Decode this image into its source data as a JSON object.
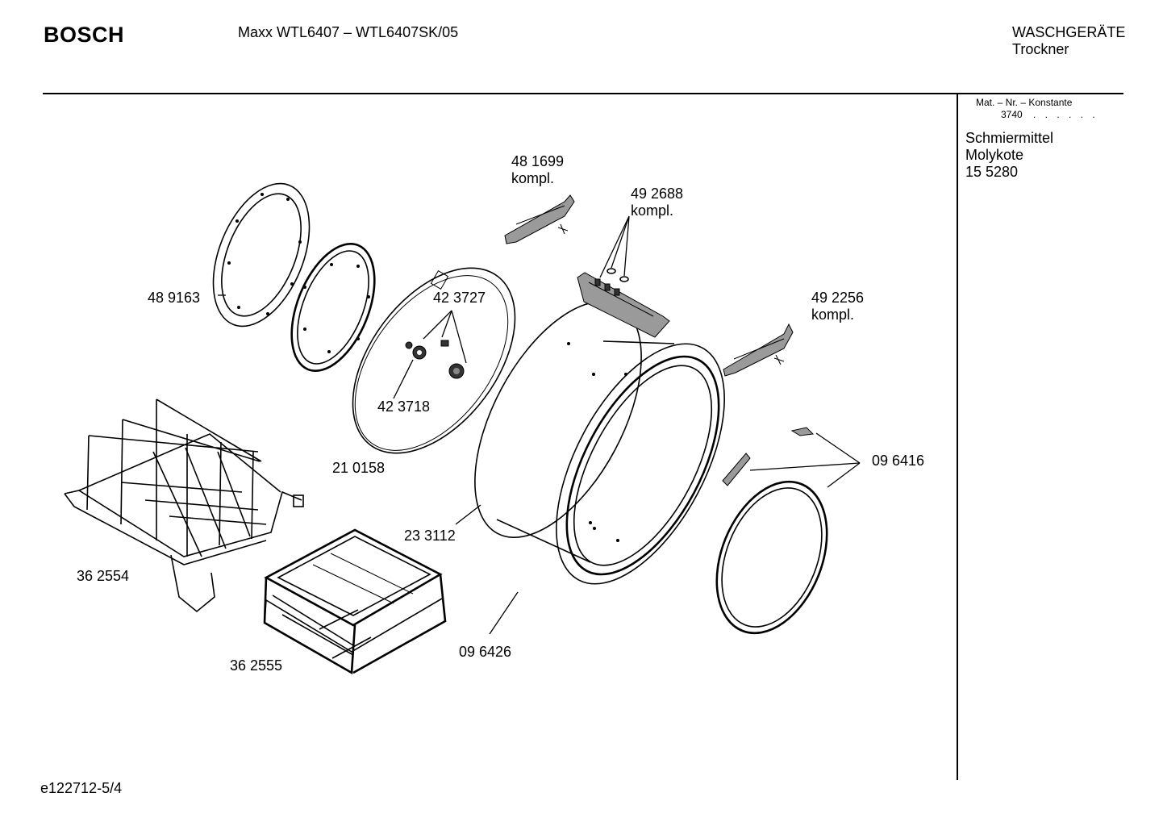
{
  "header": {
    "brand": "BOSCH",
    "model": "Maxx WTL6407 – WTL6407SK/05",
    "category_line1": "WASCHGERÄTE",
    "category_line2": "Trockner"
  },
  "sidebar": {
    "mat_header": "Mat. – Nr. – Konstante",
    "mat_number": "3740",
    "mat_dots": ". . . . . .",
    "lubricant_line1": "Schmiermittel",
    "lubricant_line2": "Molykote",
    "lubricant_line3": "15 5280"
  },
  "parts": [
    {
      "id": "p481699",
      "number": "48 1699",
      "note": "kompl."
    },
    {
      "id": "p492688",
      "number": "49 2688",
      "note": "kompl."
    },
    {
      "id": "p492256",
      "number": "49 2256",
      "note": "kompl."
    },
    {
      "id": "p489163",
      "number": "48 9163",
      "note": ""
    },
    {
      "id": "p423727",
      "number": "42 3727",
      "note": ""
    },
    {
      "id": "p423718",
      "number": "42 3718",
      "note": ""
    },
    {
      "id": "p210158",
      "number": "21 0158",
      "note": ""
    },
    {
      "id": "p096416",
      "number": "09 6416",
      "note": ""
    },
    {
      "id": "p233112",
      "number": "23 3112",
      "note": ""
    },
    {
      "id": "p362554",
      "number": "36 2554",
      "note": ""
    },
    {
      "id": "p096426",
      "number": "09 6426",
      "note": ""
    },
    {
      "id": "p362555",
      "number": "36 2555",
      "note": ""
    }
  ],
  "footer": {
    "drawing_id": "e122712-5/4"
  },
  "icons": [
    "front-seal-ring-icon",
    "gasket-ring-icon",
    "drum-back-plate-icon",
    "drum-icon",
    "drum-seal-ring-icon",
    "latch-bracket-icon",
    "filter-housing-icon",
    "drying-basket-icon",
    "drying-rack-icon",
    "seal-clip-icon"
  ]
}
